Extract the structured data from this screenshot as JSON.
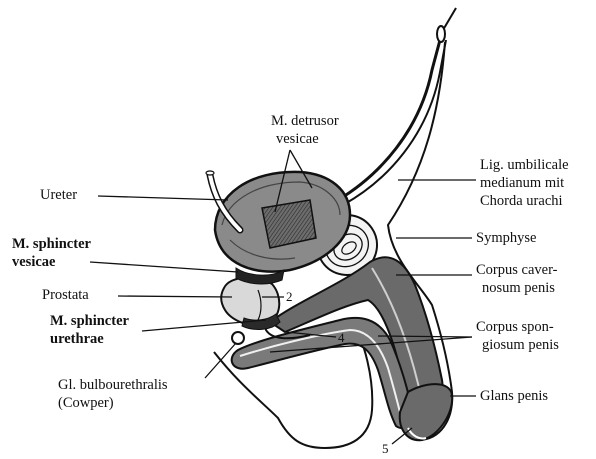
{
  "labels": {
    "detrusor_1": "M. detrusor",
    "detrusor_2": "vesicae",
    "ureter": "Ureter",
    "lig_1": "Lig. umbilicale",
    "lig_2": "medianum mit",
    "lig_3": "Chorda urachi",
    "symphyse": "Symphyse",
    "sph_vesicae_1": "M. sphincter",
    "sph_vesicae_2": "vesicae",
    "prostata": "Prostata",
    "cavernosum_1": "Corpus caver-",
    "cavernosum_2": "nosum penis",
    "sph_urethrae_1": "M. sphincter",
    "sph_urethrae_2": "urethrae",
    "spongiosum_1": "Corpus spon-",
    "spongiosum_2": "giosum penis",
    "bulbo_1": "Gl. bulbourethralis",
    "bulbo_2": "(Cowper)",
    "glans": "Glans penis"
  },
  "numbers": {
    "n2": "2",
    "n4": "4",
    "n5": "5"
  }
}
